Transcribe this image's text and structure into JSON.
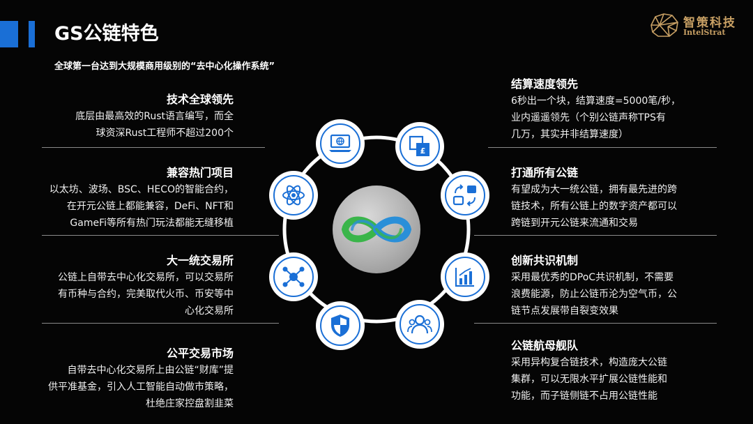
{
  "header": {
    "title": "GS公链特色",
    "subtitle": "全球第一台达到大规模商用级别的“去中心化操作系统”"
  },
  "logo": {
    "cn": "智策科技",
    "en": "IntelStrat"
  },
  "features": {
    "left": [
      {
        "title": "技术全球领先",
        "lines": [
          "底层由最高效的Rust语言编写，而全",
          "球资深Rust工程师不超过200个"
        ]
      },
      {
        "title": "兼容热门项目",
        "lines": [
          "以太坊、波场、BSC、HECO的智能合约，",
          "在开元公链上都能兼容，DeFi、NFT和",
          "GameFi等所有热门玩法都能无缝移植"
        ]
      },
      {
        "title": "大一统交易所",
        "lines": [
          "公链上自带去中心化交易所，可以交易所",
          "有币种与合约，完美取代火币、币安等中",
          "心化交易所"
        ]
      },
      {
        "title": "公平交易市场",
        "lines": [
          "自带去中心化交易所上由公链“财库”提",
          "供平准基金，引入人工智能自动做市策略，",
          "杜绝庄家控盘割韭菜"
        ]
      }
    ],
    "right": [
      {
        "title": "结算速度领先",
        "lines": [
          "6秒出一个块，结算速度=5000笔/秒，",
          "业内遥遥领先（个别公链声称TPS有",
          "几万，其实并非结算速度）"
        ]
      },
      {
        "title": "打通所有公链",
        "lines": [
          "有望成为大一统公链，拥有最先进的跨",
          "链技术，所有公链上的数字资产都可以",
          "跨链到开元公链来流通和交易"
        ]
      },
      {
        "title": "创新共识机制",
        "lines": [
          "采用最优秀的DPoC共识机制，不需要",
          "浪费能源，防止公链币沦为空气币，公",
          "链节点发展带自裂变效果"
        ]
      },
      {
        "title": "公链航母舰队",
        "lines": [
          "采用异构复合链技术，构造庞大公链",
          "集群，可以无限水平扩展公链性能和",
          "功能，而子链侧链不占用公链性能"
        ]
      }
    ]
  },
  "icons": [
    "laptop-globe-icon",
    "currency-exchange-icon",
    "sync-icon",
    "chart-bars-icon",
    "users-icon",
    "shield-icon",
    "network-nodes-icon",
    "atom-icon",
    "infinity-logo-icon"
  ],
  "colors": {
    "accent": "#1a6fd6",
    "logo_gold": "#c8a064",
    "infinity_blue": "#2a8fd8",
    "infinity_green": "#3ab54a"
  }
}
